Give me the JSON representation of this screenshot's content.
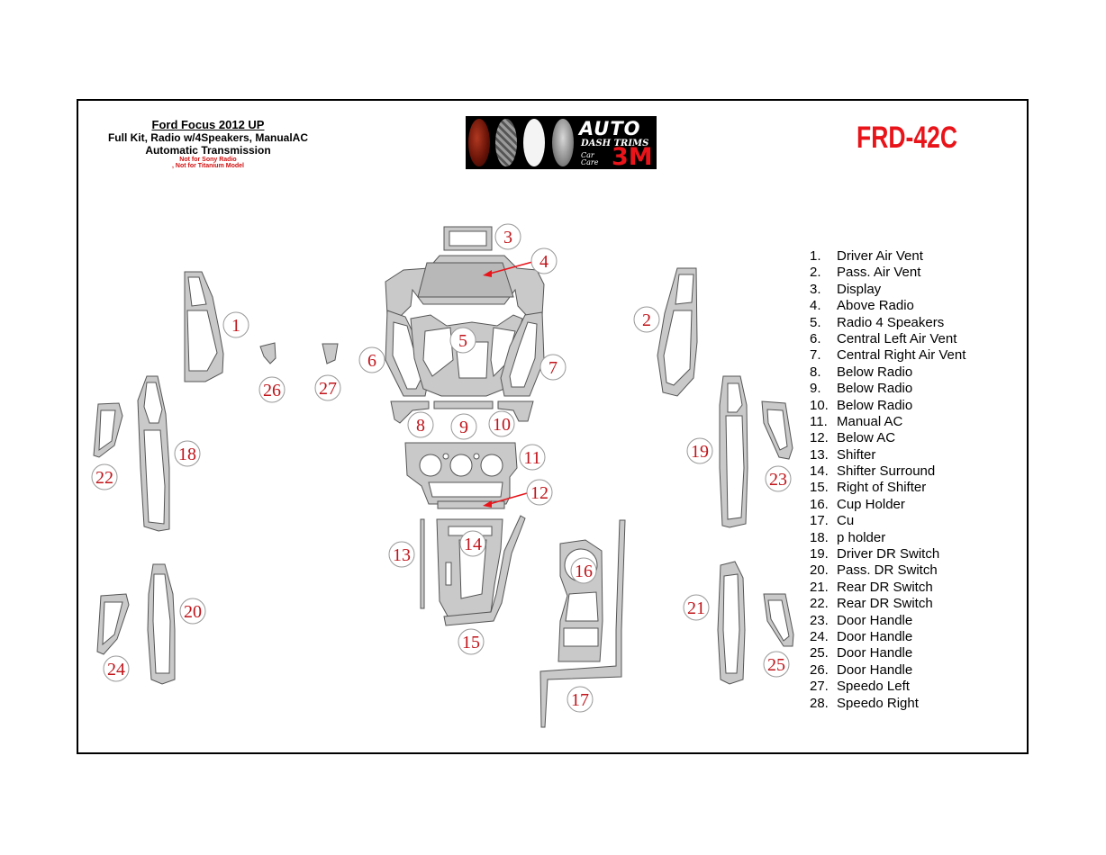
{
  "header": {
    "title": "Ford Focus 2012 UP",
    "line2": "Full Kit, Radio w/4Speakers, ManualAC",
    "line3": "Automatic Transmission",
    "note1": "Not for Sony Radio",
    "note2": ", Not for Titanium Model"
  },
  "logo": {
    "word1": "AUTO",
    "word2": "DASH TRIMS",
    "word3": "Car Care",
    "word4": "3M"
  },
  "kit_code": "FRD-42C",
  "colors": {
    "accent_red": "#e8141a",
    "callout_red": "#c0141a",
    "part_fill": "#c9c9c9"
  },
  "legend": [
    {
      "num": "1.",
      "label": "Driver Air Vent"
    },
    {
      "num": "2.",
      "label": "Pass. Air Vent"
    },
    {
      "num": "3.",
      "label": "Display"
    },
    {
      "num": "4.",
      "label": "Above Radio"
    },
    {
      "num": "5.",
      "label": "Radio 4 Speakers"
    },
    {
      "num": "6.",
      "label": "Central Left Air Vent"
    },
    {
      "num": "7.",
      "label": "Central Right Air Vent"
    },
    {
      "num": "8.",
      "label": "Below Radio"
    },
    {
      "num": "9.",
      "label": "Below Radio"
    },
    {
      "num": "10.",
      "label": "Below Radio"
    },
    {
      "num": "11.",
      "label": "Manual AC"
    },
    {
      "num": "12.",
      "label": "Below AC"
    },
    {
      "num": "13.",
      "label": "Shifter"
    },
    {
      "num": "14.",
      "label": "Shifter Surround"
    },
    {
      "num": "15.",
      "label": "Right of Shifter"
    },
    {
      "num": "16.",
      "label": "Cup Holder"
    },
    {
      "num": "17.",
      "label": "Cu"
    },
    {
      "num": "18.",
      "label": "p holder"
    },
    {
      "num": "19.",
      "label": "Driver DR Switch"
    },
    {
      "num": "20.",
      "label": "Pass. DR Switch"
    },
    {
      "num": "21.",
      "label": "Rear DR Switch"
    },
    {
      "num": "22.",
      "label": "Rear DR Switch"
    },
    {
      "num": "23.",
      "label": "Door Handle"
    },
    {
      "num": "24.",
      "label": "Door Handle"
    },
    {
      "num": "25.",
      "label": "Door Handle"
    },
    {
      "num": "26.",
      "label": "Door Handle"
    },
    {
      "num": "27.",
      "label": "Speedo Left"
    },
    {
      "num": "28.",
      "label": "Speedo Right"
    }
  ],
  "callouts": [
    "1",
    "2",
    "3",
    "4",
    "5",
    "6",
    "7",
    "8",
    "9",
    "10",
    "11",
    "12",
    "13",
    "14",
    "15",
    "16",
    "17",
    "18",
    "19",
    "20",
    "21",
    "22",
    "23",
    "24",
    "25",
    "26",
    "27"
  ]
}
